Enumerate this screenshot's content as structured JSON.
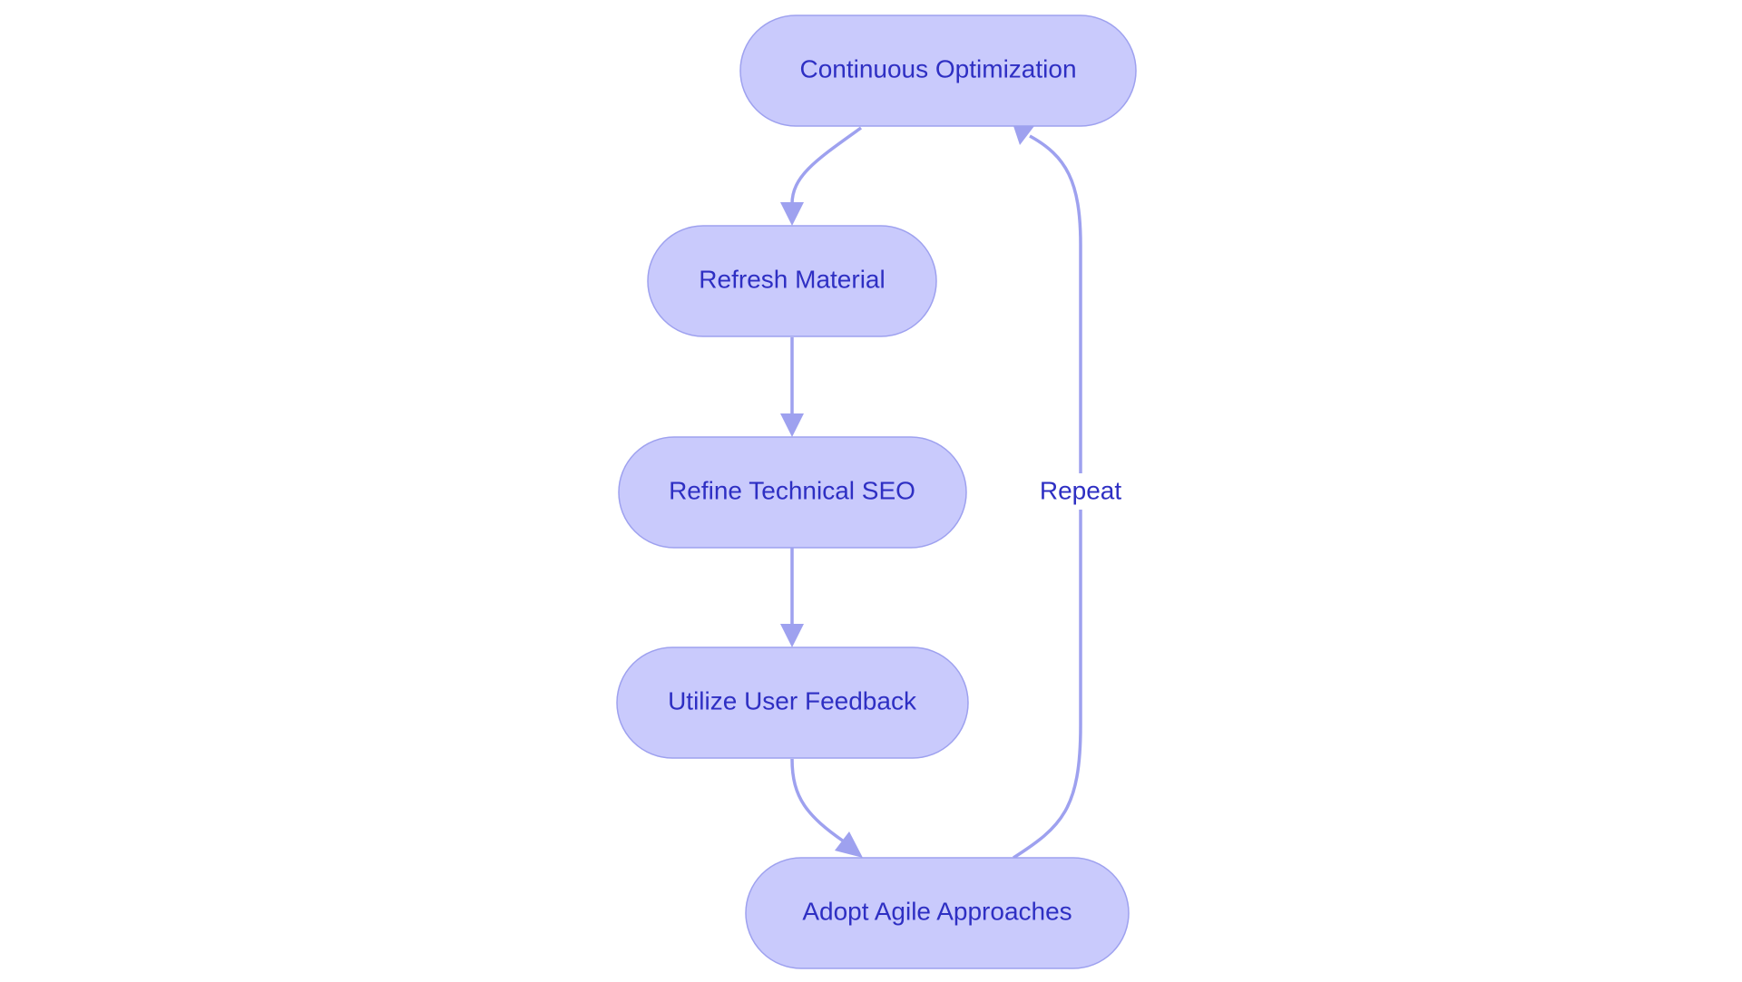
{
  "nodes": {
    "continuous_optimization": "Continuous Optimization",
    "refresh_material": "Refresh Material",
    "refine_technical_seo": "Refine Technical SEO",
    "utilize_user_feedback": "Utilize User Feedback",
    "adopt_agile_approaches": "Adopt Agile Approaches"
  },
  "edges": {
    "repeat_label": "Repeat"
  },
  "colors": {
    "node_fill": "#c9cafc",
    "node_stroke": "#9ea1ef",
    "text": "#2e2fc3",
    "edge": "#9ea1ef"
  }
}
